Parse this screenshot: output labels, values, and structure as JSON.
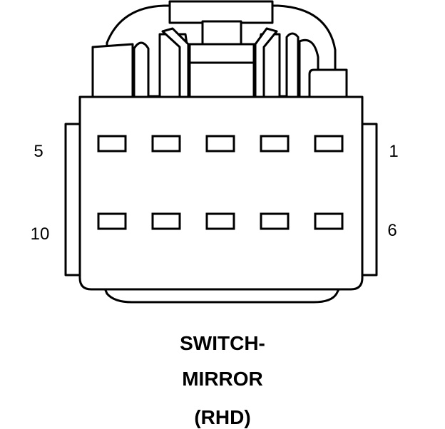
{
  "connector": {
    "pin_labels": {
      "top_left": "5",
      "top_right": "1",
      "bottom_left": "10",
      "bottom_right": "6"
    },
    "cavities_per_row": 5,
    "rows": 2
  },
  "caption": {
    "line1": "SWITCH-",
    "line2": "MIRROR",
    "line3": "(RHD)"
  }
}
